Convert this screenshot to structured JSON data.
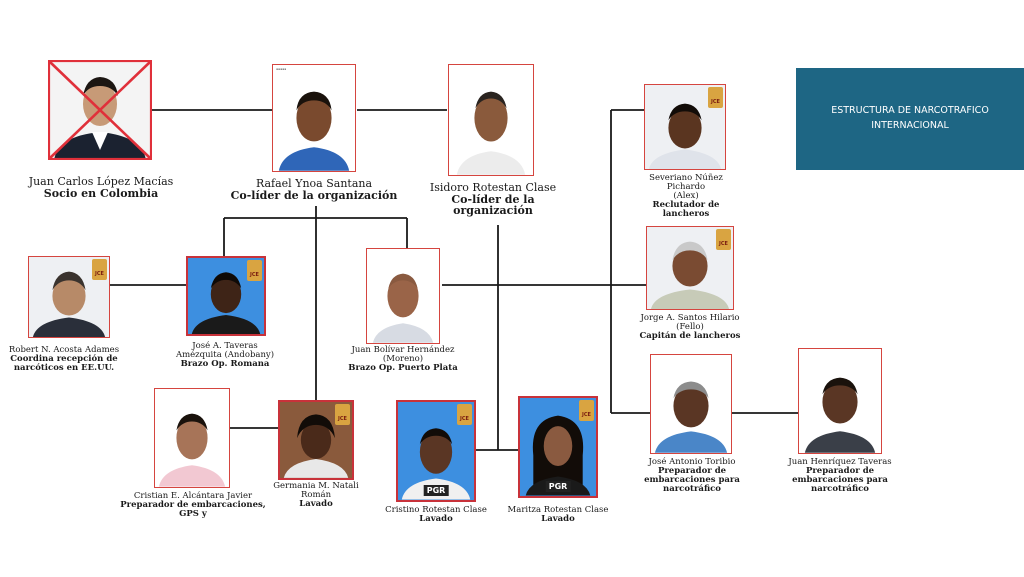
{
  "title": {
    "line1": "ESTRUCTURA DE NARCOTRAFICO",
    "line2": "INTERNACIONAL"
  },
  "people": {
    "lopez": {
      "name": "Juan Carlos López Macías",
      "role": "Socio en Colombia"
    },
    "ynoa": {
      "name": "Rafael Ynoa Santana",
      "role": "Co-líder de la organización"
    },
    "isidoro": {
      "name": "Isidoro Rotestan Clase",
      "role": "Co-líder de la organización"
    },
    "severiano": {
      "name": "Severiano Núñez Pichardo",
      "alias": "(Alex)",
      "role": "Reclutador de lancheros"
    },
    "santos": {
      "name": "Jorge A. Santos Hilario",
      "alias": "(Fello)",
      "role": "Capitán de lancheros"
    },
    "acosta": {
      "name": "Robert N. Acosta Adames",
      "role": "Coordina recepción de narcóticos en EE.UU."
    },
    "taveras": {
      "name": "José A. Taveras",
      "alias": "Amézquita (Andobany)",
      "role": "Brazo Op. Romana"
    },
    "bolivar": {
      "name": "Juan Bolívar Hernández",
      "alias": "(Moreno)",
      "role": "Brazo Op. Puerto Plata"
    },
    "toribio": {
      "name": "José Antonio Toribio",
      "role": "Preparador de embarcaciones para narcotráfico"
    },
    "henriquez": {
      "name": "Juan Henríquez Taveras",
      "role": "Preparador de embarcaciones para narcotráfico"
    },
    "alcantara": {
      "name": "Cristian E. Alcántara Javier",
      "role": "Preparador de embarcaciones, GPS y"
    },
    "germania": {
      "name": "Germania M. Natali",
      "name2": "Román",
      "role": "Lavado"
    },
    "cristino": {
      "name": "Cristino Rotestan Clase",
      "role": "Lavado"
    },
    "maritza": {
      "name": "Maritza Rotestan Clase",
      "role": "Lavado"
    }
  },
  "badges": {
    "jce": "JCE",
    "pgr": "PGR"
  },
  "icons": {
    "crossed": "red-x-cross",
    "seal": "jce-seal"
  },
  "colors": {
    "title_bg": "#1e6684",
    "frame": "#c8323a",
    "line": "#1a1a1a"
  }
}
